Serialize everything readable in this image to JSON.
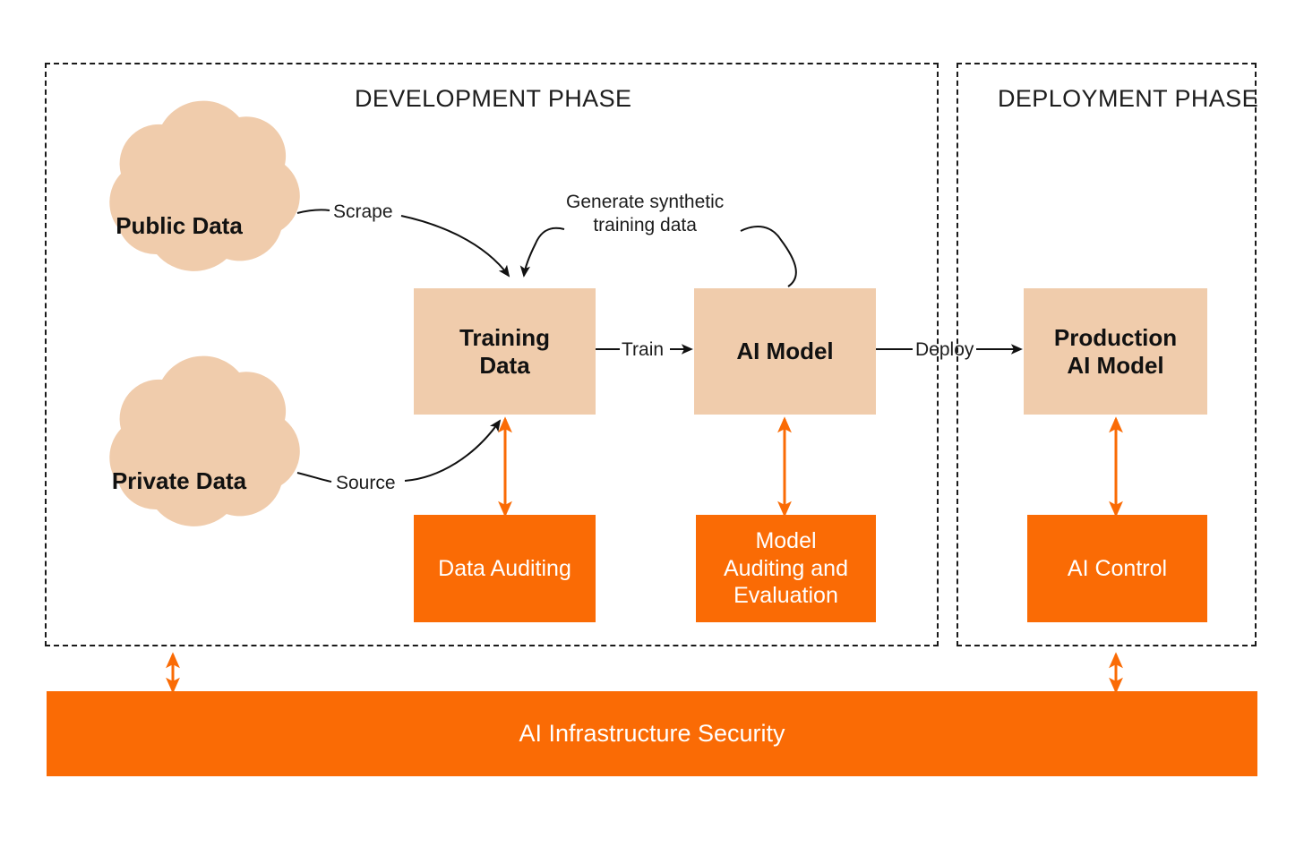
{
  "diagram": {
    "title": "AI development and deployment security lifecycle",
    "colors": {
      "orange": "#FA6B05",
      "peach": "#F0CCAC",
      "text_dark": "#111111",
      "frame": "#1a1a1a",
      "white": "#ffffff"
    }
  },
  "phases": [
    {
      "id": "development",
      "label": "DEVELOPMENT PHASE"
    },
    {
      "id": "deployment",
      "label": "DEPLOYMENT PHASE"
    }
  ],
  "sources": [
    {
      "id": "public-data",
      "label": "Public Data",
      "shape": "cloud"
    },
    {
      "id": "private-data",
      "label": "Private Data",
      "shape": "cloud"
    }
  ],
  "process_nodes": [
    {
      "id": "training-data",
      "label": "Training\nData",
      "line1": "Training",
      "line2": "Data"
    },
    {
      "id": "ai-model",
      "label": "AI Model",
      "line1": "AI Model",
      "line2": ""
    },
    {
      "id": "production-ai-model",
      "label": "Production\nAI Model",
      "line1": "Production",
      "line2": "AI Model"
    }
  ],
  "security_nodes": [
    {
      "id": "data-auditing",
      "label": "Data Auditing"
    },
    {
      "id": "model-auditing",
      "line1": "Model",
      "line2": "Auditing and",
      "line3": "Evaluation",
      "label": "Model Auditing and Evaluation"
    },
    {
      "id": "ai-control",
      "label": "AI Control"
    },
    {
      "id": "ai-infrastructure-security",
      "label": "AI Infrastructure Security"
    }
  ],
  "edges": [
    {
      "id": "scrape",
      "label": "Scrape",
      "from": "public-data",
      "to": "training-data"
    },
    {
      "id": "source",
      "label": "Source",
      "from": "private-data",
      "to": "training-data"
    },
    {
      "id": "train",
      "label": "Train",
      "from": "training-data",
      "to": "ai-model"
    },
    {
      "id": "deploy",
      "label": "Deploy",
      "from": "ai-model",
      "to": "production-ai-model"
    },
    {
      "id": "synthetic",
      "label": "Generate synthetic training data",
      "line1": "Generate synthetic",
      "line2": "training data",
      "from": "ai-model",
      "to": "training-data"
    }
  ]
}
